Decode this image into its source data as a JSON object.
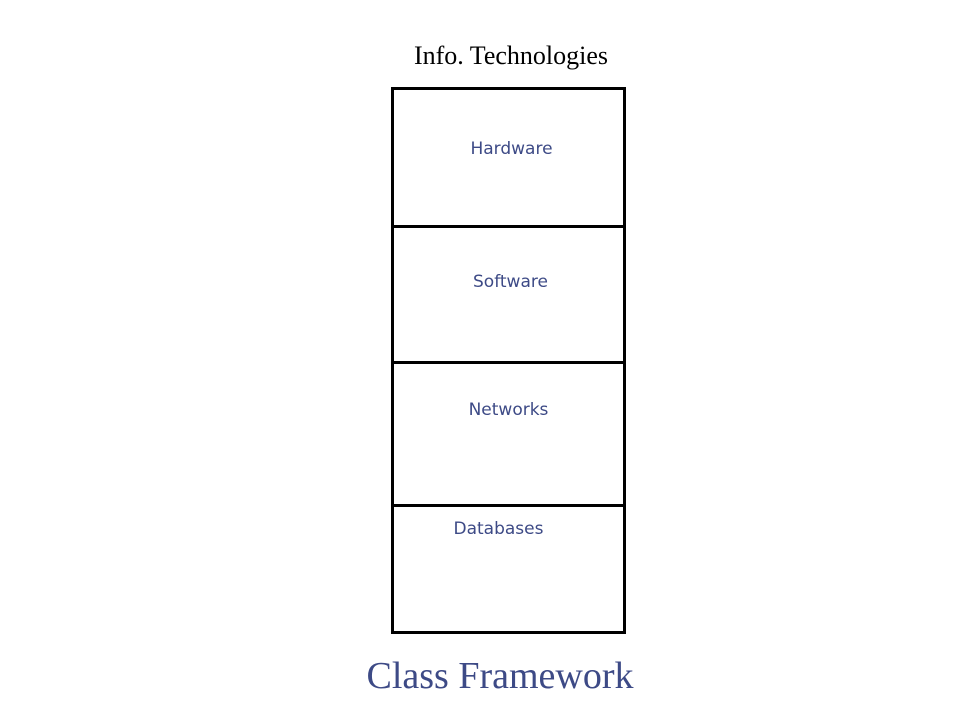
{
  "diagram": {
    "heading": "Info. Technologies",
    "layers": [
      {
        "label": "Hardware"
      },
      {
        "label": "Software"
      },
      {
        "label": "Networks"
      },
      {
        "label": "Databases"
      }
    ],
    "caption": "Class Framework",
    "colors": {
      "label_text": "#3d4a86",
      "outline": "#000000",
      "heading_text": "#000000"
    }
  }
}
